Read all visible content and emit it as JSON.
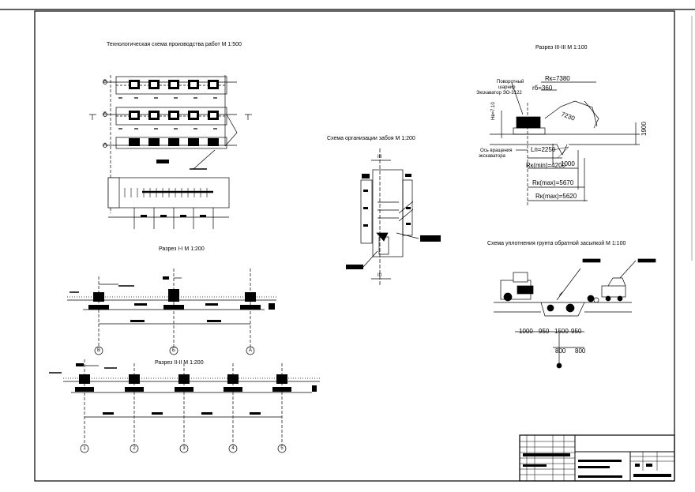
{
  "sheet_titles": {
    "tech_scheme": "Технологическая схема производства работ М 1:500",
    "section_1": "Разрез I-I М 1:200",
    "section_2": "Разрез II-II М 1:200",
    "section_3": "Разрез III-III М 1:100",
    "face_org": "Схема организации забоя М 1:200",
    "compaction": "Схема уплотнения грунта обратной засыпкой М 1:100"
  },
  "excavator_labels": {
    "hinge": "Поворотный",
    "hinge2": "шарнир",
    "model": "Экскаватор ЭО-3122",
    "axis": "Ось вращения",
    "axis2": "экскаватора",
    "h_cut": "Hв=7.10"
  },
  "excavator_dims": {
    "rk": "Rк=7380",
    "rb": "rб=360",
    "reach": "7230",
    "height": "1900",
    "lp": "Lп=2250",
    "d1000": "1000",
    "rkmin": "Rк(min)=4200",
    "rkmax1": "Rк(max)=5670",
    "rkmax2": "Rк(max)=5620"
  },
  "compaction_dims": [
    "1000",
    "950",
    "1500",
    "950",
    "800",
    "800"
  ],
  "section_1_axes": [
    "В",
    "Б",
    "А"
  ],
  "section_2_axes": [
    "1",
    "2",
    "3",
    "4",
    "5"
  ],
  "face_marks": [
    "III",
    "III"
  ],
  "tech_axes": [
    "В",
    "Б",
    "А"
  ]
}
